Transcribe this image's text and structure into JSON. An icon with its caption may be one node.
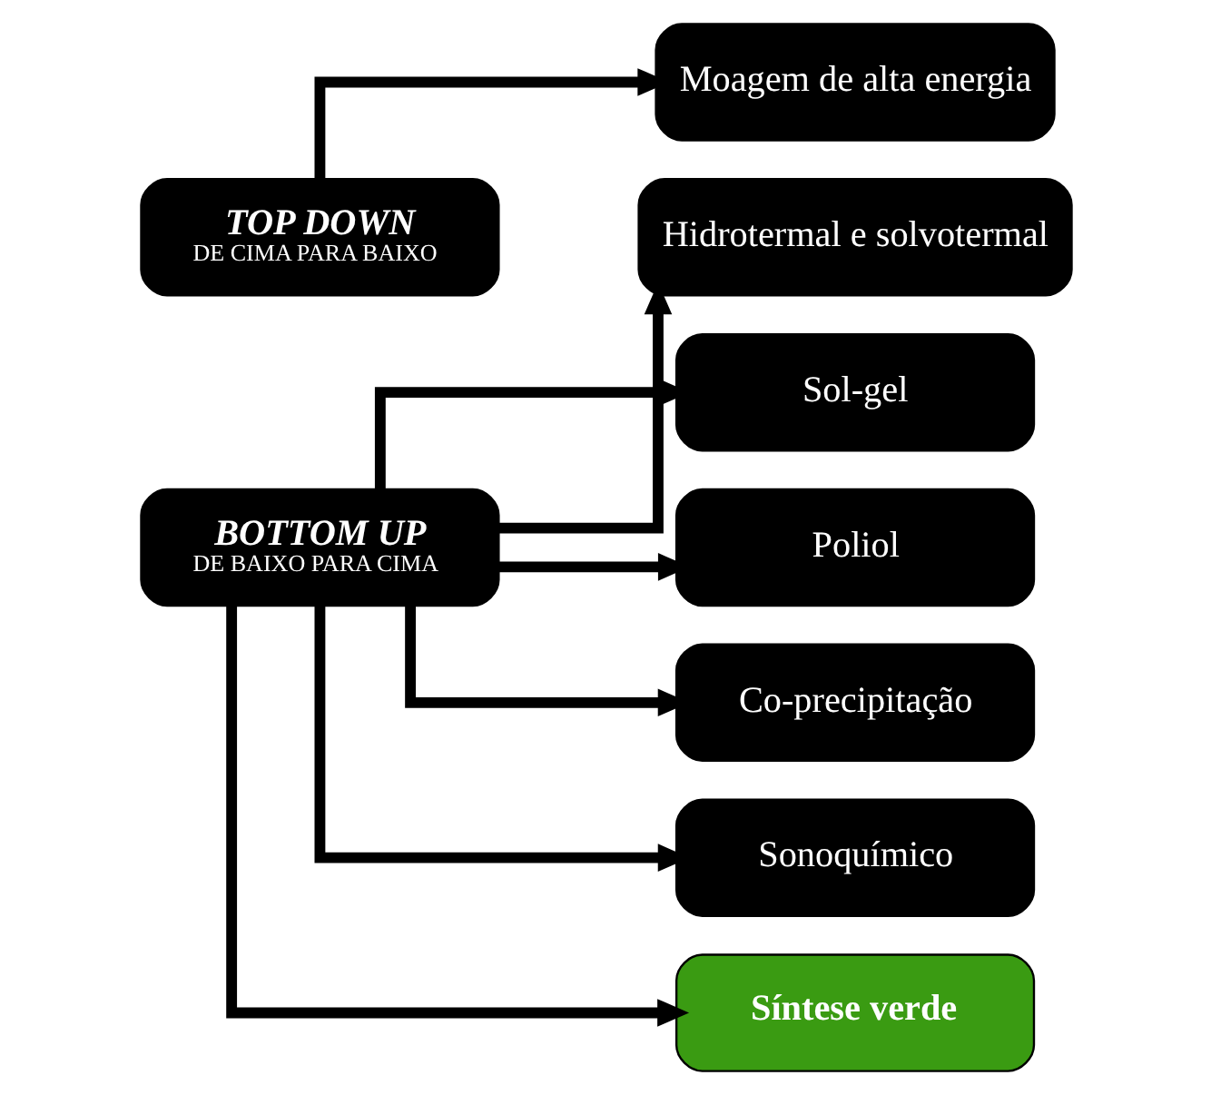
{
  "diagram": {
    "nodes": [
      {
        "text": [
          "TOP DOWN",
          "DE CIMA PARA BAIXO"
        ]
      },
      {
        "text": [
          "Moagem de alta energia"
        ]
      },
      {
        "text": [
          "BOTTOM UP",
          "DE BAIXO PARA CIMA"
        ]
      },
      {
        "text": [
          "Hidrotermal e solvotermal"
        ]
      },
      {
        "text": [
          "Sol-gel"
        ]
      },
      {
        "text": [
          "Poliol"
        ]
      },
      {
        "text": [
          "Co-precipitação"
        ]
      },
      {
        "text": [
          "Sonoquímico"
        ]
      },
      {
        "text": [
          "Síntese verde"
        ]
      }
    ],
    "edges": [
      {
        "from": 0,
        "to": 1,
        "arrow": "to"
      },
      {
        "from": 2,
        "to": 3,
        "arrow": "to"
      },
      {
        "from": 2,
        "to": 4,
        "arrow": "to"
      },
      {
        "from": 2,
        "to": 5,
        "arrow": "to"
      },
      {
        "from": 2,
        "to": 6,
        "arrow": "to"
      },
      {
        "from": 2,
        "to": 7,
        "arrow": "to"
      },
      {
        "from": 2,
        "to": 8,
        "arrow": "to"
      }
    ]
  }
}
